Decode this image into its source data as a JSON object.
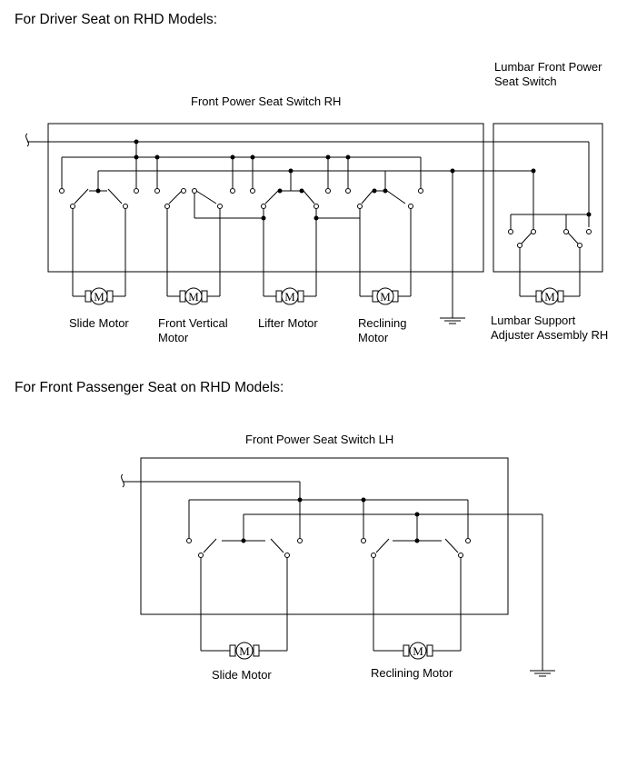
{
  "driver": {
    "heading": "For Driver Seat on RHD Models:",
    "switch_label": "Front Power Seat Switch RH",
    "lumbar_switch_label": "Lumbar Front Power\nSeat Switch",
    "motor_symbol": "M",
    "motors": [
      {
        "label": "Slide Motor"
      },
      {
        "label": "Front Vertical\nMotor"
      },
      {
        "label": "Lifter Motor"
      },
      {
        "label": "Reclining\nMotor"
      },
      {
        "label": "Lumbar Support\nAdjuster Assembly RH"
      }
    ]
  },
  "passenger": {
    "heading": "For Front Passenger Seat on RHD Models:",
    "switch_label": "Front Power Seat Switch LH",
    "motor_symbol": "M",
    "motors": [
      {
        "label": "Slide Motor"
      },
      {
        "label": "Reclining Motor"
      }
    ]
  }
}
